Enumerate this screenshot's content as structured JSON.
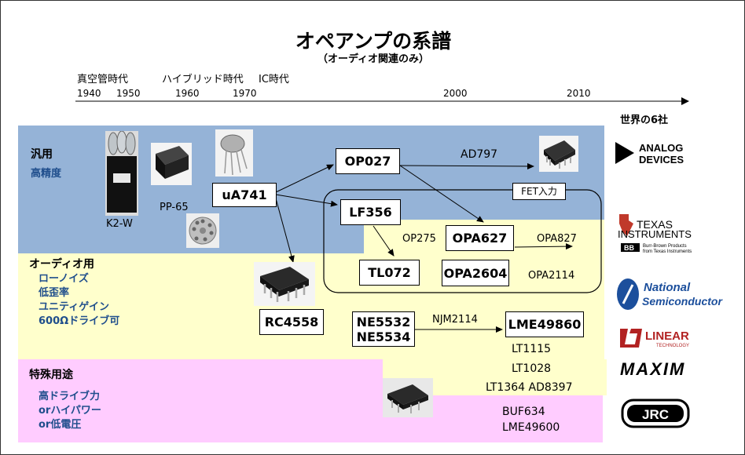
{
  "title": "オペアンプの系譜",
  "subtitle": "（オーディオ関連のみ）",
  "timeline": {
    "eras": [
      "真空管時代",
      "ハイブリッド時代",
      "IC時代"
    ],
    "years": [
      "1940",
      "1950",
      "1960",
      "1970",
      "2000",
      "2010"
    ]
  },
  "makers_title": "世界の6社",
  "categories": {
    "general": {
      "label": "汎用",
      "sub": "高精度"
    },
    "audio": {
      "label": "オーディオ用",
      "features": [
        "ローノイズ",
        "低歪率",
        "ユニティゲイン",
        "600Ωドライブ可"
      ]
    },
    "special": {
      "label": "特殊用途",
      "features": [
        "高ドライブ力",
        "orハイパワー",
        "or低電圧"
      ]
    }
  },
  "fet_label": "FET入力",
  "parts": {
    "k2w": "K2-W",
    "pp65": "PP-65",
    "ua741": "uA741",
    "op027": "OP027",
    "ad797": "AD797",
    "lf356": "LF356",
    "op275": "OP275",
    "opa627": "OPA627",
    "opa827": "OPA827",
    "tl072": "TL072",
    "opa2604": "OPA2604",
    "opa2114": "OPA2114",
    "rc4558": "RC4558",
    "ne5532": "NE5532",
    "ne5534": "NE5534",
    "njm2114": "NJM2114",
    "lme49860": "LME49860",
    "lt1115": "LT1115",
    "lt1028": "LT1028",
    "lt1364_ad8397": "LT1364  AD8397",
    "buf634": "BUF634",
    "lme49600": "LME49600"
  },
  "logos": {
    "analog": [
      "ANALOG",
      "DEVICES"
    ],
    "ti": [
      "TEXAS",
      "INSTRUMENTS"
    ],
    "bb": [
      "Burr-Brown Products",
      "from Texas Instruments"
    ],
    "national": [
      "National",
      "Semiconductor"
    ],
    "linear": [
      "LINEAR",
      "TECHNOLOGY"
    ],
    "maxim": "MAXIM",
    "jrc": "JRC"
  },
  "colors": {
    "general_band": "#95b3d7",
    "audio_band": "#ffffcc",
    "special_band": "#ffccff",
    "feature_text": "#1f4e8c",
    "analog_logo": "#000000",
    "ti_logo": "#c0392b",
    "national_logo": "#1c4f9c",
    "linear_logo": "#b22222"
  }
}
